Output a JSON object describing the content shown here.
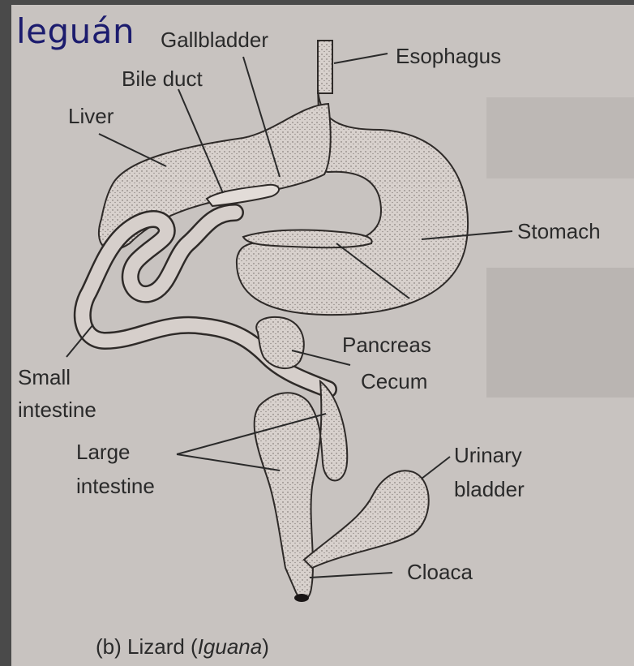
{
  "title": "leguán",
  "labels": {
    "gallbladder": "Gallbladder",
    "bile_duct": "Bile duct",
    "esophagus": "Esophagus",
    "liver": "Liver",
    "stomach": "Stomach",
    "pancreas": "Pancreas",
    "small_intestine_1": "Small",
    "small_intestine_2": "intestine",
    "cecum": "Cecum",
    "large_intestine_1": "Large",
    "large_intestine_2": "intestine",
    "urinary_bladder_1": "Urinary",
    "urinary_bladder_2": "bladder",
    "cloaca": "Cloaca"
  },
  "caption": {
    "prefix": "(b) Lizard (",
    "genus": "Iguana",
    "suffix": ")"
  },
  "colors": {
    "page": "#c8c3c0",
    "organ_fill": "#d6cfcb",
    "outline": "#2e2a28",
    "title": "#1c1c6e"
  }
}
